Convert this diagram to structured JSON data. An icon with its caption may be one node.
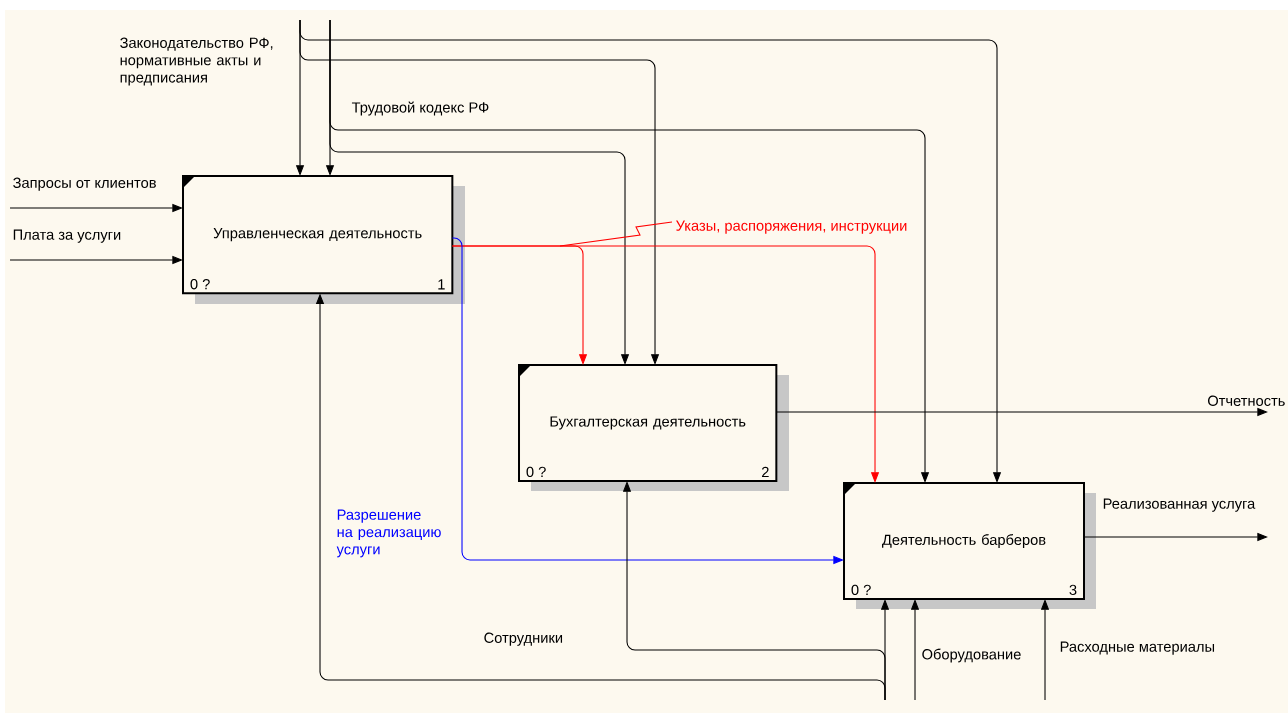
{
  "diagram": {
    "nodes": [
      {
        "text": [
          "Управленческая деятельность",
          "0 ?",
          "1"
        ]
      },
      {
        "text": [
          "Бухгалтерская деятельность",
          "0 ?",
          "2"
        ]
      },
      {
        "text": [
          "Деятельность барберов",
          "0 ?",
          "3"
        ]
      }
    ],
    "edges": [
      {
        "from": null,
        "to": 0,
        "arrow": "to",
        "label": "Законодательство РФ, нормативные акты и предписания"
      },
      {
        "from": null,
        "to": 2,
        "arrow": "to"
      },
      {
        "from": null,
        "to": 1,
        "arrow": "to"
      },
      {
        "from": null,
        "to": 0,
        "arrow": "to",
        "label": "Трудовой кодекс РФ"
      },
      {
        "from": null,
        "to": 2,
        "arrow": "to"
      },
      {
        "from": null,
        "to": 1,
        "arrow": "to"
      },
      {
        "from": null,
        "to": 0,
        "arrow": "to",
        "label": "Запросы от клиентов"
      },
      {
        "from": null,
        "to": 0,
        "arrow": "to",
        "label": "Плата за услуги"
      },
      {
        "from": 0,
        "to": 1,
        "arrow": "to",
        "color": "#ff0000"
      },
      {
        "from": 0,
        "to": 2,
        "arrow": "to",
        "color": "#ff0000",
        "label": "Указы, распоряжения, инструкции"
      },
      {
        "from": 0,
        "to": 2,
        "arrow": "to",
        "color": "#0000ff",
        "label": "Разрешение на реализацию услуги"
      },
      {
        "from": 1,
        "to": null,
        "arrow": "to",
        "label": "Отчетность"
      },
      {
        "from": 2,
        "to": null,
        "arrow": "to",
        "label": "Реализованная услуга"
      },
      {
        "from": null,
        "to": 2,
        "arrow": "to"
      },
      {
        "from": null,
        "to": 1,
        "arrow": "to"
      },
      {
        "from": null,
        "to": 0,
        "arrow": "to",
        "label": "Сотрудники"
      },
      {
        "from": null,
        "to": 2,
        "arrow": "to",
        "label": "Оборудование"
      },
      {
        "from": null,
        "to": 2,
        "arrow": "to",
        "label": "Расходные материалы"
      }
    ]
  }
}
